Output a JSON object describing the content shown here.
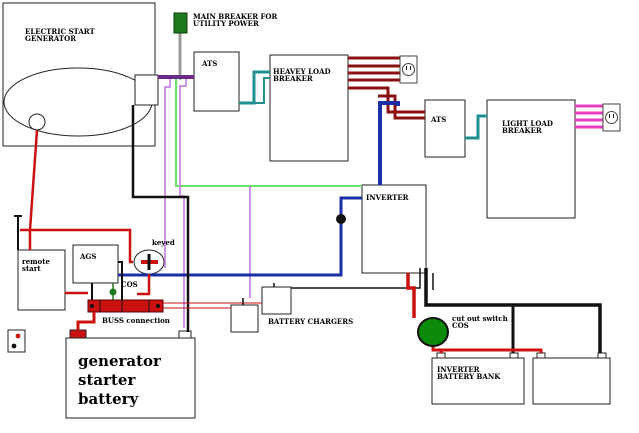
{
  "labels": {
    "main_breaker": "MAIN BREAKER FOR\nUTILITY POWER",
    "generator": "ELECTRIC START\nGENERATOR",
    "ats_1": "ATS",
    "heavy_load_breaker": "HEAVEY LOAD\nBREAKER",
    "ats_2": "ATS",
    "light_load_breaker": "LIGHT LOAD\nBREAKER",
    "inverter": "INVERTER",
    "remote_start": "remote\nstart",
    "ags": "AGS",
    "keyed": "keyed",
    "cos_1": "COS",
    "buss_connection": "BUSS connection",
    "battery_chargers": "BATTERY CHARGERS",
    "cut_out_switch": "cut out switch\nCOS",
    "generator_starter_battery": "generator\nstarter\nbattery",
    "inverter_battery_bank": "INVERTER\nBATTERY BANK"
  },
  "colors": {
    "red": "#cc1111",
    "black": "#111111",
    "blue": "#1a2fa6",
    "green_wire": "#66e066",
    "pink": "#e63cc2",
    "violet": "#c070e0",
    "teal": "#1e9090",
    "dark_red": "#8b1010",
    "breaker_green": "#1d7a1d",
    "cos_green": "#0c8a0c"
  }
}
